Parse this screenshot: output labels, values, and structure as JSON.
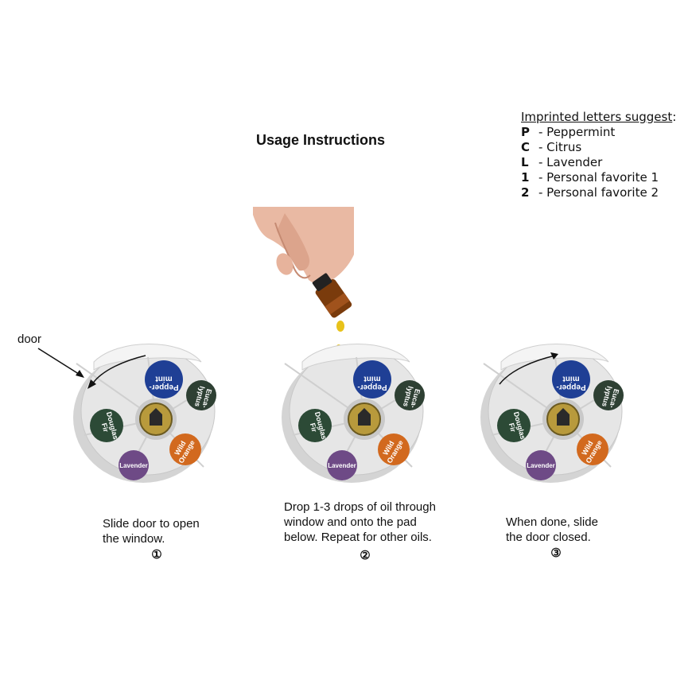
{
  "title": "Usage Instructions",
  "legend": {
    "heading": "Imprinted letters suggest",
    "heading_suffix": ":",
    "items": [
      {
        "key": "P",
        "label": "- Peppermint"
      },
      {
        "key": "C",
        "label": "- Citrus"
      },
      {
        "key": "L",
        "label": "- Lavender"
      },
      {
        "key": "1",
        "label": "- Personal favorite 1"
      },
      {
        "key": "2",
        "label": "- Personal favorite 2"
      }
    ]
  },
  "door_label": "door",
  "pads": {
    "peppermint_1": "Pepper-",
    "peppermint_2": "mint",
    "eucalyptus_1": "Euca-",
    "eucalyptus_2": "lyptus",
    "douglas_1": "Douglas",
    "douglas_2": "Fir",
    "orange_1": "Wild",
    "orange_2": "Orange",
    "lavender": "Lavender"
  },
  "colors": {
    "peppermint": "#1f3f95",
    "eucalyptus": "#2e4033",
    "douglas_fir": "#2c4a36",
    "wild_orange": "#d2691e",
    "lavender": "#6e4a86",
    "center_gold": "#b89a3c",
    "device_body": "#e6e6e6",
    "oil_drop": "#e8c21a"
  },
  "steps": [
    {
      "number": "①",
      "lines": [
        "Slide door to open",
        "the window."
      ]
    },
    {
      "number": "②",
      "lines": [
        "Drop 1-3 drops of oil through",
        "window and onto the pad",
        "below.  Repeat for other oils."
      ]
    },
    {
      "number": "③",
      "lines": [
        "When done, slide",
        "the door closed."
      ]
    }
  ]
}
